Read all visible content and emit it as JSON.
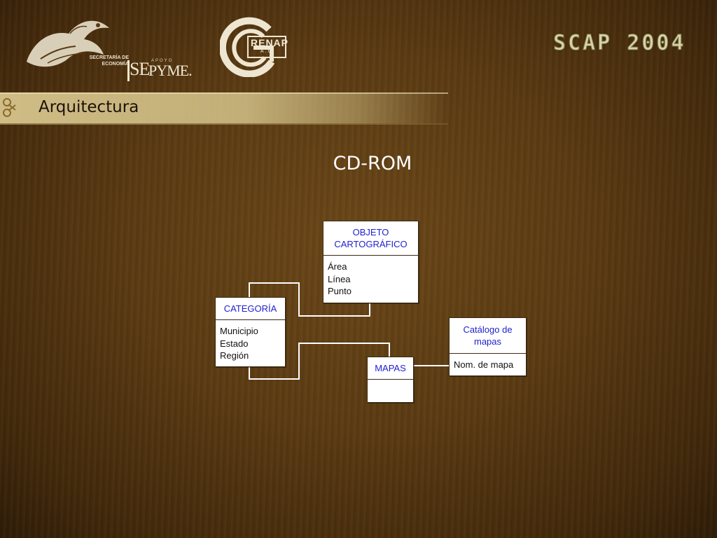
{
  "header": {
    "secretaria_text": "SECRETARÍA DE ECONOMÍA",
    "se_text": "SE",
    "apoyo_text": "APOYO",
    "pyme_text": "PYME.",
    "renap_text": "RENAP",
    "renap_sub": "A.C.",
    "scap_text": "SCAP 2004"
  },
  "section_title": "Arquitectura",
  "main_title": "CD-ROM",
  "diagram": {
    "entities": [
      {
        "id": "objeto",
        "title": "OBJETO CARTOGRÁFICO",
        "items": [
          "Área",
          "Línea",
          "Punto"
        ]
      },
      {
        "id": "categoria",
        "title": "CATEGORÍA",
        "items": [
          "Municipio",
          "Estado",
          "Región"
        ]
      },
      {
        "id": "catalogo",
        "title": "Catálogo de mapas",
        "items": [
          "Nom. de mapa"
        ]
      },
      {
        "id": "mapas",
        "title": "MAPAS",
        "items": []
      }
    ],
    "connections": [
      {
        "from": "categoria",
        "to": "objeto"
      },
      {
        "from": "categoria",
        "to": "mapas"
      },
      {
        "from": "mapas",
        "to": "catalogo"
      }
    ]
  },
  "colors": {
    "background": "#5a3a12",
    "title_band": "#d7c48c",
    "entity_header_text": "#1f1fcf",
    "connector": "#ffffff"
  }
}
